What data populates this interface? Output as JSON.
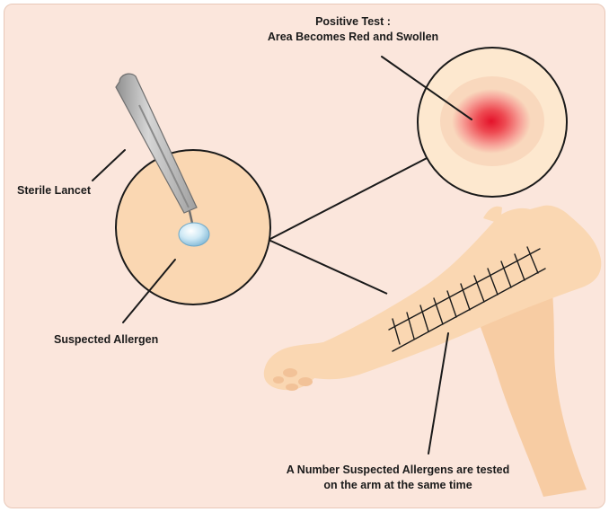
{
  "labels": {
    "positive_title": "Positive Test :",
    "positive_desc": "Area Becomes Red and Swollen",
    "lancet": "Sterile Lancet",
    "allergen": "Suspected Allergen",
    "number_line1": "A Number Suspected Allergens are tested",
    "number_line2": "on the arm at the same time"
  },
  "colors": {
    "background": "#fbe6dc",
    "skin": "#fad7b2",
    "skin_light": "#fde8cf",
    "welt": "#e4122a",
    "lancet": "#b9b9b9",
    "line": "#1a1a1a"
  }
}
